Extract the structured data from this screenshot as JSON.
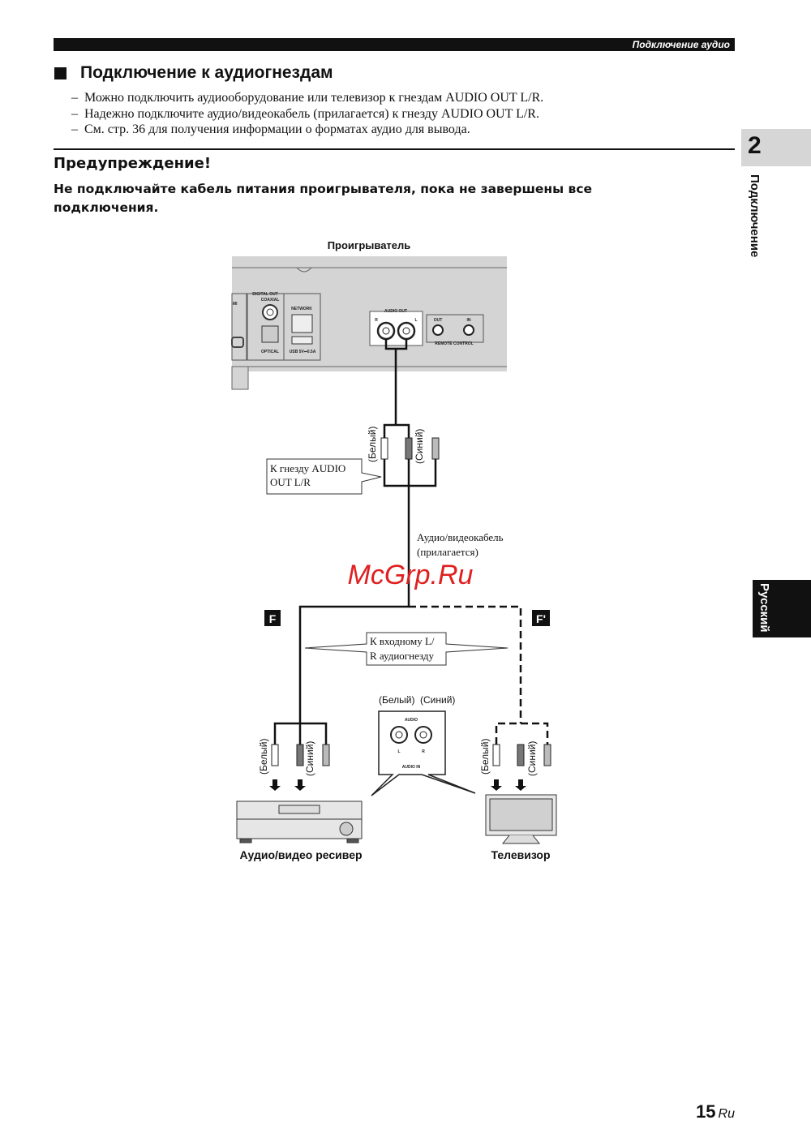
{
  "header": {
    "section": "Подключение аудио"
  },
  "title": "Подключение к аудиогнездам",
  "bullets": [
    "Можно подключить аудиооборудование или телевизор к гнездам AUDIO OUT L/R.",
    "Надежно подключите аудио/видеокабель (прилагается) к гнезду AUDIO OUT L/R.",
    "См. стр. 36 для получения информации о форматах аудио для вывода."
  ],
  "bullet_dash": "–",
  "warning": {
    "title": "Предупреждение!",
    "text": "Не подключайте кабель питания проигрывателя, пока не завершены все подключения."
  },
  "side": {
    "chapter": "2",
    "chapter_title": "Подключение",
    "language": "Русский"
  },
  "diagram": {
    "player_label": "Проигрыватель",
    "panel": {
      "hdmi": "MI",
      "digital_out": "DIGITAL OUT",
      "coaxial": "COAXIAL",
      "optical": "OPTICAL",
      "network": "NETWORK",
      "usb": "USB 5V⎓0.5A",
      "audio_out": "AUDIO OUT",
      "r": "R",
      "l": "L",
      "out": "OUT",
      "in": "IN",
      "remote": "REMOTE CONTROL"
    },
    "white": "(Белый)",
    "blue": "(Синий)",
    "to_audio_out": [
      "К гнезду AUDIO",
      "OUT L/R"
    ],
    "cable": [
      "Аудио/видеокабель",
      "(прилагается)"
    ],
    "badge_f": "F",
    "badge_f2": "F'",
    "to_input": [
      "К входному L/",
      "R аудиогнезду"
    ],
    "audio_in_box": {
      "audio": "AUDIO",
      "l": "L",
      "r": "R",
      "audio_in": "AUDIO IN"
    },
    "receiver": "Аудио/видео ресивер",
    "tv": "Телевизор"
  },
  "watermark": "McGrp.Ru",
  "page": {
    "number": "15",
    "lang": "Ru"
  }
}
